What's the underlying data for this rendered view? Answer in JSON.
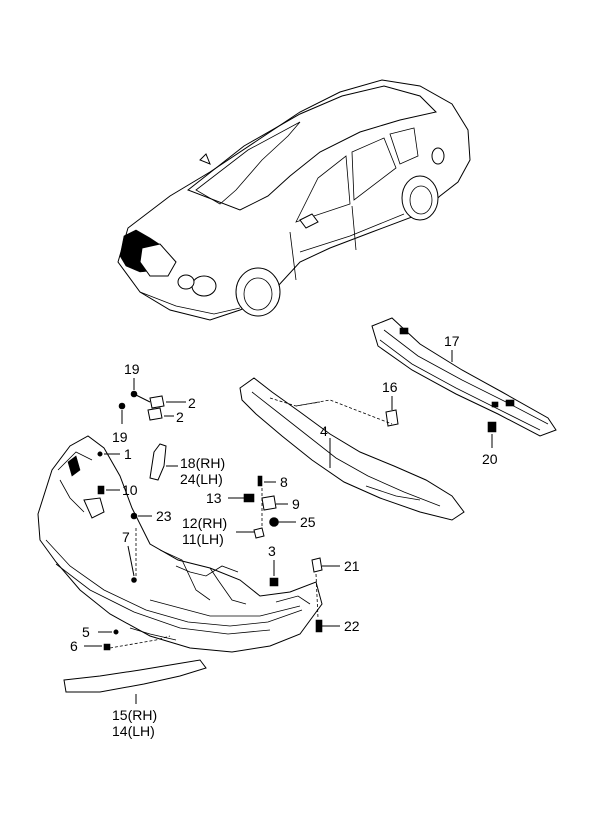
{
  "callouts": {
    "c1": "1",
    "c2a": "2",
    "c2b": "2",
    "c3": "3",
    "c4": "4",
    "c5": "5",
    "c6": "6",
    "c7": "7",
    "c8": "8",
    "c9": "9",
    "c10": "10",
    "c11": "11(LH)",
    "c12": "12(RH)",
    "c13": "13",
    "c14": "14(LH)",
    "c15": "15(RH)",
    "c16": "16",
    "c17": "17",
    "c18": "18(RH)",
    "c19a": "19",
    "c19b": "19",
    "c20": "20",
    "c21": "21",
    "c22": "22",
    "c23": "23",
    "c24": "24(LH)",
    "c25": "25"
  }
}
